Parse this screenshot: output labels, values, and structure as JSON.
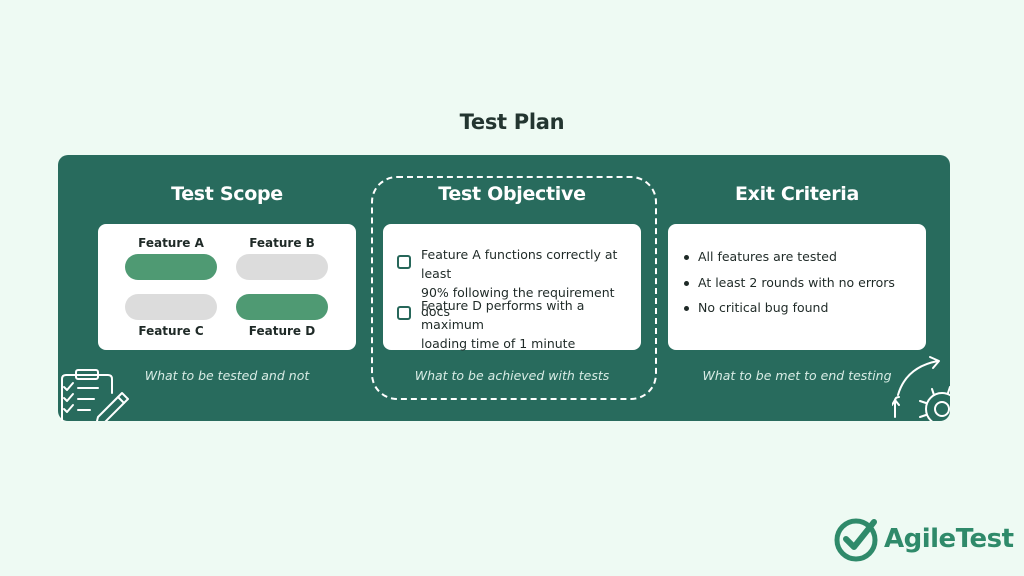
{
  "title": "Test Plan",
  "columns": [
    {
      "heading": "Test Scope",
      "caption": "What to be tested and not",
      "features": [
        {
          "label": "Feature A",
          "status": "included"
        },
        {
          "label": "Feature B",
          "status": "excluded"
        },
        {
          "label": "Feature C",
          "status": "excluded"
        },
        {
          "label": "Feature D",
          "status": "included"
        }
      ]
    },
    {
      "heading": "Test Objective",
      "caption": "What to be achieved with tests",
      "objectives": [
        {
          "line1": "Feature A functions correctly at least",
          "line2": "90% following the requirement docs"
        },
        {
          "line1": "Feature D performs with a maximum",
          "line2": "loading time of 1 minute"
        }
      ]
    },
    {
      "heading": "Exit Criteria",
      "caption": "What to be met to end testing",
      "criteria": [
        "All features are tested",
        "At least 2 rounds with no errors",
        "No critical bug found"
      ]
    }
  ],
  "logo": {
    "text": "AgileTest"
  },
  "icons": {
    "left": "clipboard-checklist-pencil-icon",
    "right": "gear-arrows-icon",
    "logo": "checkmark-circle-icon"
  },
  "colors": {
    "background": "#eefaf3",
    "panel": "#286b5d",
    "pill_included": "#4f9a73",
    "pill_excluded": "#dcdcdc",
    "logo": "#2f8a6a"
  }
}
